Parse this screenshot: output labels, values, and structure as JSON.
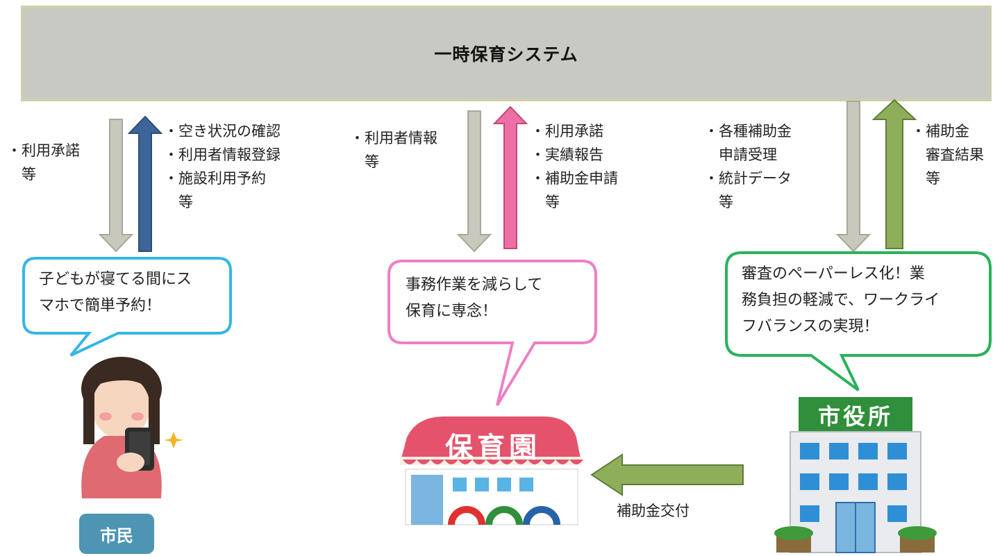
{
  "system": {
    "title": "一時保育システム"
  },
  "citizen": {
    "down_note": "・利用承諾\n　等",
    "up_note": "・空き状況の確認\n・利用者情報登録\n・施設利用予約\n　等",
    "bubble": "子どもが寝てる間にス\nマホで簡単予約！",
    "badge": "市民"
  },
  "nursery": {
    "down_note": "・利用者情報\n　等",
    "up_note": "・利用承諾\n・実績報告\n・補助金申請\n　等",
    "bubble": "事務作業を減らして\n保育に専念！",
    "sign": "保育園"
  },
  "cityhall": {
    "down_note": "・各種補助金\n　申請受理\n・統計データ\n　等",
    "up_note": "・補助金\n　審査結果\n　等",
    "bubble": "審査のペーパーレス化！業\n務負担の軽減で、ワークライ\nフバランスの実現！",
    "sign": "市役所"
  },
  "subsidy_arrow": {
    "label": "補助金交付"
  },
  "colors": {
    "gray_arrow": "#c8c8bc",
    "blue_arrow": "#3d6599",
    "pink_arrow": "#ee6fa6",
    "green_arrow": "#8fae5a",
    "citizen_bubble": "#35b6e4",
    "nursery_bubble": "#ee7fc4",
    "cityhall_bubble": "#27b35a"
  }
}
